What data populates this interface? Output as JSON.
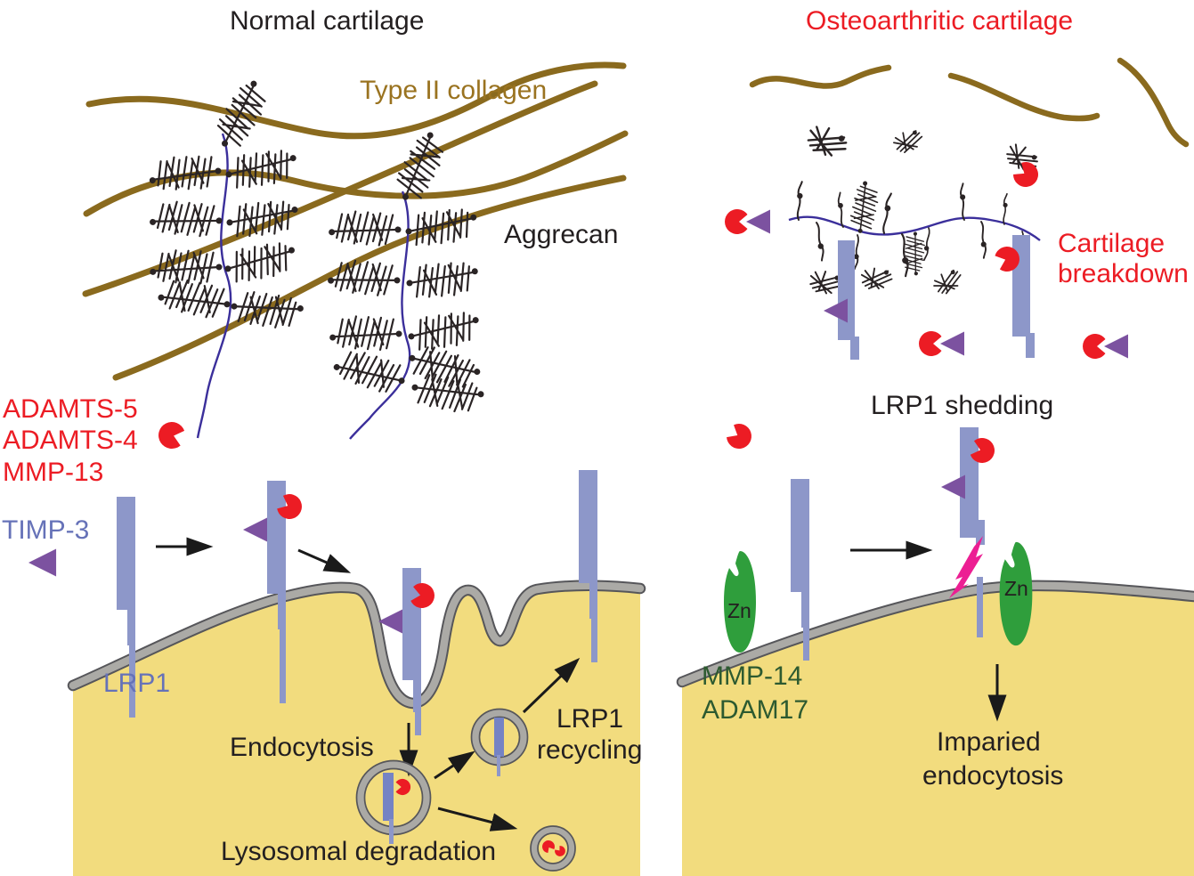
{
  "palette": {
    "red": "#ec1c24",
    "collagen_brown": "#8a6a1e",
    "receptor_periwinkle": "#8d97c9",
    "hyaluronan_blue": "#3b2f9b",
    "timp_purple": "#7c52a0",
    "enzyme_green": "#2f9e3c",
    "sheddase_text_green": "#2d5a30",
    "receptor_text_blue": "#6672b8",
    "cell_yellow": "#f2dc7e",
    "membrane_gray": "#abaaa6",
    "membrane_outline": "#56565a",
    "cleavage_magenta": "#ec1f93",
    "text_black": "#231f20"
  },
  "left_panel": {
    "title": "Normal cartilage",
    "collagen_label": "Type II collagen",
    "aggrecan_label": "Aggrecan",
    "proteases": [
      "ADAMTS-5",
      "ADAMTS-4",
      "MMP-13"
    ],
    "inhibitor_label": "TIMP-3",
    "receptor_label": "LRP1",
    "endocytosis_label": "Endocytosis",
    "recycling_label": [
      "LRP1",
      "recycling"
    ],
    "lysosome_label": "Lysosomal degradation"
  },
  "right_panel": {
    "title": "Osteoarthritic cartilage",
    "breakdown_label": [
      "Cartilage",
      "breakdown"
    ],
    "shedding_label": "LRP1 shedding",
    "sheddases": [
      "MMP-14",
      "ADAM17"
    ],
    "zinc_label": "Zn",
    "impaired_label": [
      "Imparied",
      "endocytosis"
    ]
  }
}
